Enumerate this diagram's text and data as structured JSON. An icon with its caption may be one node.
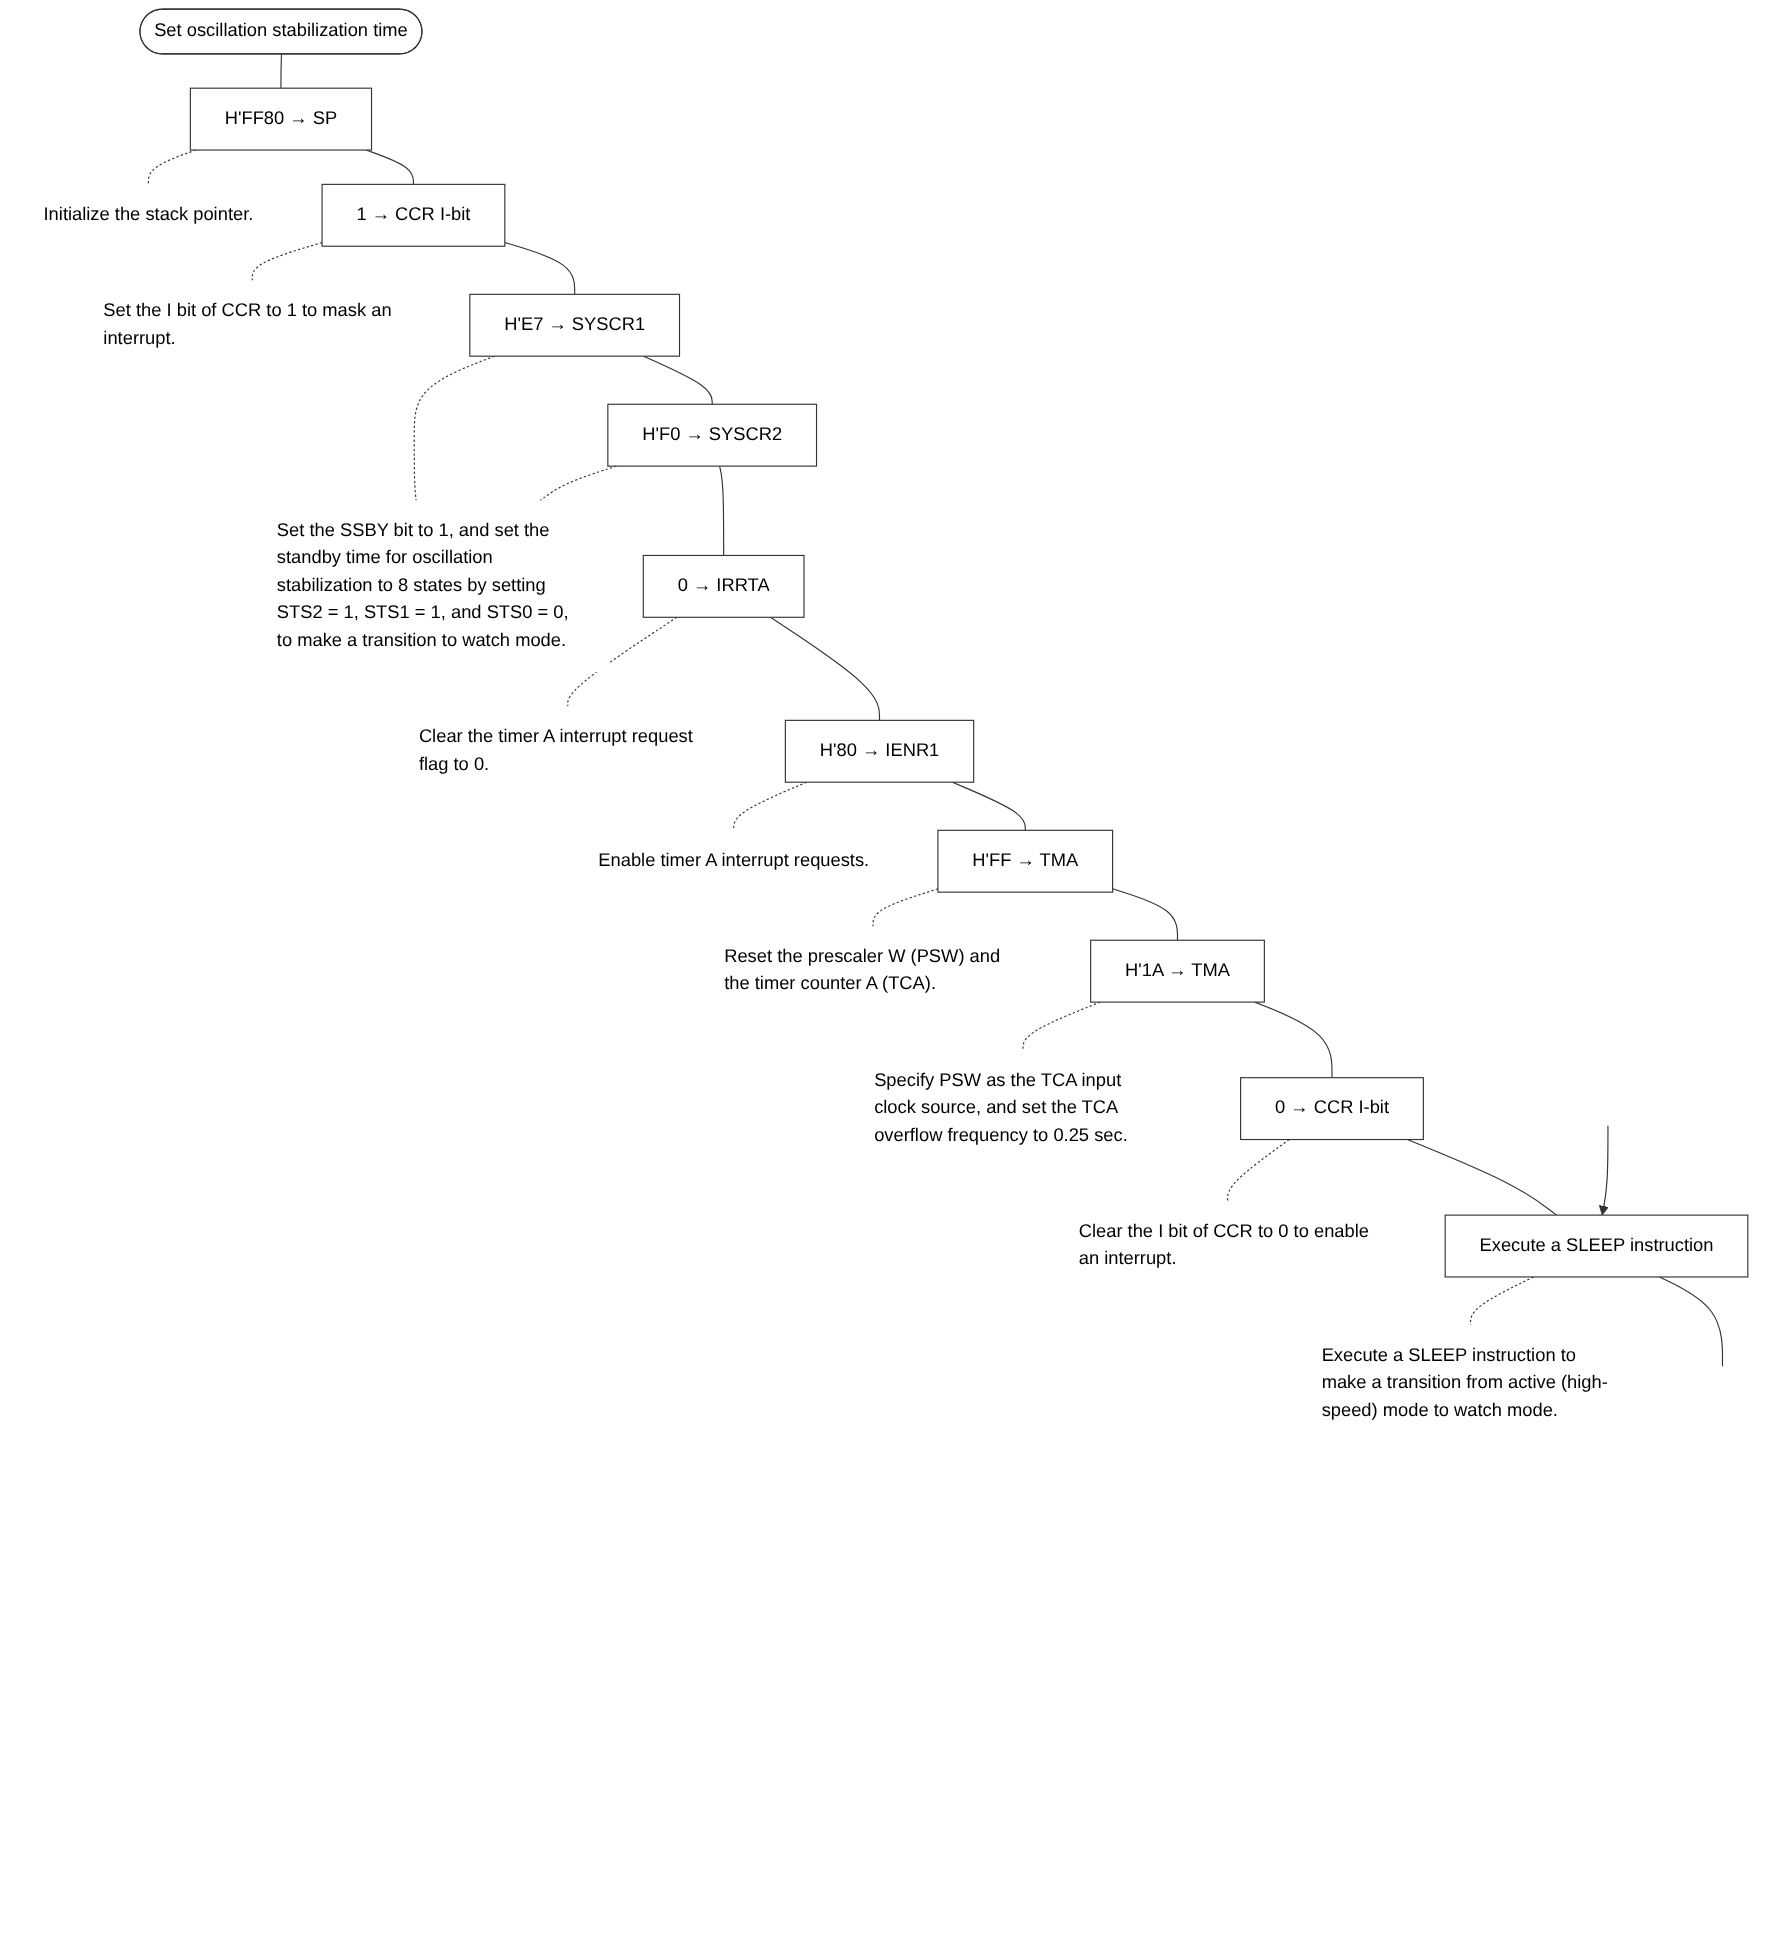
{
  "diagram": {
    "nodes": [
      {
        "text": [
          "Set oscillation stabilization time"
        ]
      },
      {
        "text": [
          "H'FF80 → SP"
        ]
      },
      {
        "text": [
          "Initialize the stack pointer."
        ]
      },
      {
        "text": [
          "1 → CCR I-bit"
        ]
      },
      {
        "text": [
          "Set the I bit of CCR to 1 to mask an interrupt."
        ]
      },
      {
        "text": [
          "H'E7 → SYSCR1"
        ]
      },
      {
        "text": [
          "H'F0 → SYSCR2"
        ]
      },
      {
        "text": [
          "Set the SSBY bit to 1, and set the standby time for oscillation stabilization to 8 states by setting STS2 = 1, STS1 = 1, and STS0 = 0, to make a transition to watch mode."
        ]
      },
      {
        "text": [
          "0 → IRRTA"
        ]
      },
      {
        "text": [
          "Clear the timer A interrupt request flag to 0."
        ]
      },
      {
        "text": [
          "H'80 → IENR1"
        ]
      },
      {
        "text": [
          "Enable timer A interrupt requests."
        ]
      },
      {
        "text": [
          "H'FF → TMA"
        ]
      },
      {
        "text": [
          "Reset the prescaler W (PSW) and the timer counter A (TCA)."
        ]
      },
      {
        "text": [
          "H'1A → TMA"
        ]
      },
      {
        "text": [
          "Specify PSW as the TCA input clock source, and set the TCA overflow frequency to 0.25 sec."
        ]
      },
      {
        "text": [
          "0 → CCR I-bit"
        ]
      },
      {
        "text": [
          "Clear the I bit of CCR to 0 to enable an interrupt."
        ]
      },
      {
        "text": [
          "Execute a SLEEP instruction"
        ]
      },
      {
        "text": [
          "Execute a SLEEP instruction to make a transition from active (high-speed) mode to watch mode."
        ]
      }
    ],
    "edges": [
      {
        "from": 0,
        "to": 1,
        "arrow": "none"
      },
      {
        "from": 1,
        "to": 2,
        "arrow": "none",
        "style": "dashed"
      },
      {
        "from": 1,
        "to": 3,
        "arrow": "none"
      },
      {
        "from": 3,
        "to": 4,
        "arrow": "none",
        "style": "dashed"
      },
      {
        "from": 3,
        "to": 5,
        "arrow": "none"
      },
      {
        "from": 5,
        "to": 6,
        "arrow": "none"
      },
      {
        "from": 5,
        "to": 7,
        "arrow": "none",
        "style": "dashed"
      },
      {
        "from": 6,
        "to": 7,
        "arrow": "none",
        "style": "dashed"
      },
      {
        "from": 6,
        "to": 8,
        "arrow": "none"
      },
      {
        "from": 8,
        "to": 9,
        "arrow": "none",
        "style": "dashed"
      },
      {
        "from": 8,
        "to": 10,
        "arrow": "none"
      },
      {
        "from": 10,
        "to": 11,
        "arrow": "none",
        "style": "dashed"
      },
      {
        "from": 10,
        "to": 12,
        "arrow": "none"
      },
      {
        "from": 12,
        "to": 13,
        "arrow": "none",
        "style": "dashed"
      },
      {
        "from": 12,
        "to": 14,
        "arrow": "none"
      },
      {
        "from": 14,
        "to": 15,
        "arrow": "none",
        "style": "dashed"
      },
      {
        "from": 14,
        "to": 16,
        "arrow": "none"
      },
      {
        "from": 16,
        "to": 17,
        "arrow": "none",
        "style": "dashed"
      },
      {
        "from": 16,
        "to": 18,
        "arrow": "none"
      },
      {
        "from": 18,
        "to": 19,
        "arrow": "none",
        "style": "dashed"
      },
      {
        "from": 18,
        "to": null,
        "arrow": "none"
      },
      {
        "from": null,
        "to": 18,
        "arrow": "to"
      }
    ]
  }
}
